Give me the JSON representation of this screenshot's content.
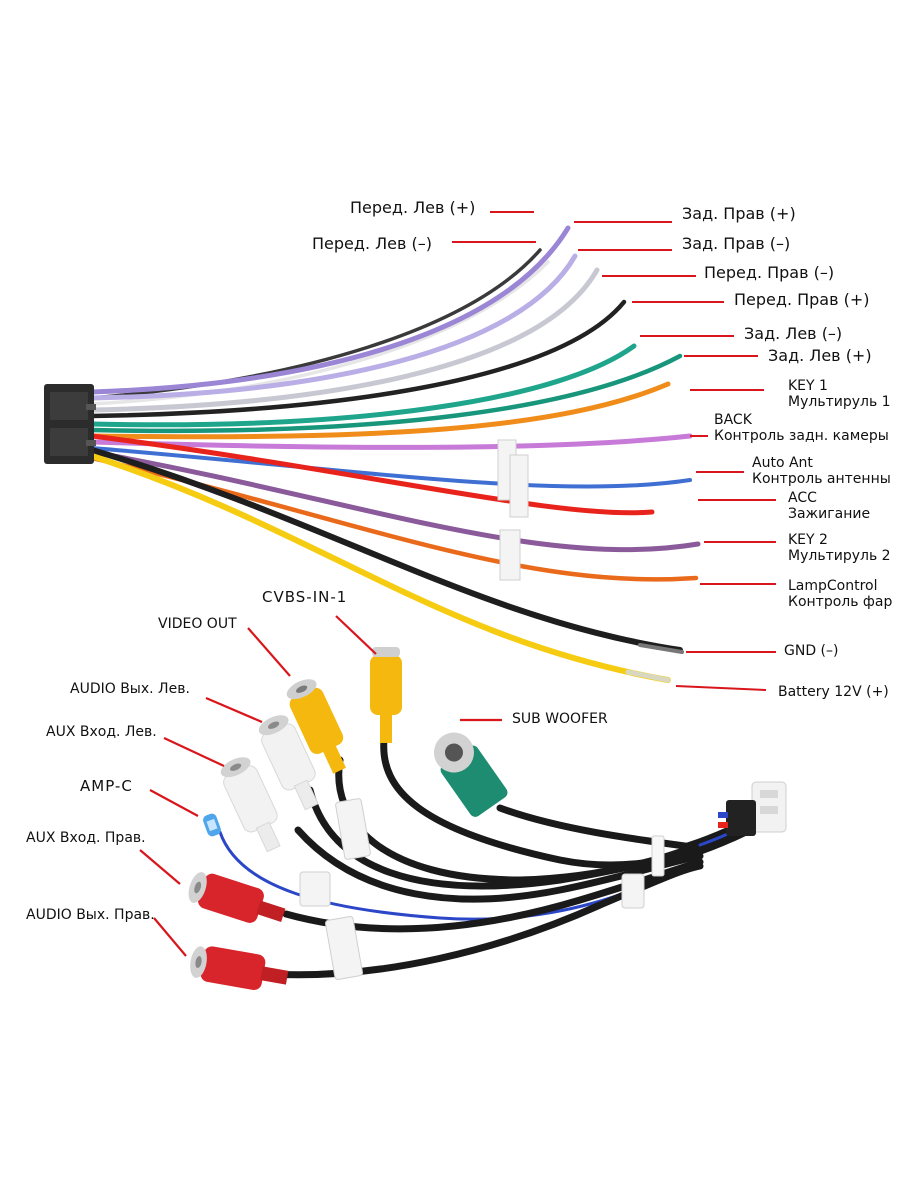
{
  "harness_labels": {
    "front_left_plus": "Перед. Лев (+)",
    "front_left_minus": "Перед. Лев (–)",
    "rear_right_plus": "Зад. Прав (+)",
    "rear_right_minus": "Зад. Прав (–)",
    "front_right_minus": "Перед. Прав (–)",
    "front_right_plus": "Перед. Прав (+)",
    "rear_left_minus": "Зад. Лев (–)",
    "rear_left_plus": "Зад. Лев (+)",
    "key1": {
      "line1": "KEY 1",
      "line2": "Мультируль 1"
    },
    "back": {
      "line1": "BACK",
      "line2": "Контроль задн. камеры"
    },
    "auto_ant": {
      "line1": "Auto Ant",
      "line2": "Контроль антенны"
    },
    "acc": {
      "line1": "ACC",
      "line2": "Зажигание"
    },
    "key2": {
      "line1": "KEY 2",
      "line2": "Мультируль 2"
    },
    "lamp": {
      "line1": "LampControl",
      "line2": "Контроль фар"
    },
    "gnd": "GND (–)",
    "battery": "Battery 12V (+)"
  },
  "rca_labels": {
    "cvbs_in": "CVBS-IN-1",
    "video_out": "VIDEO OUT",
    "audio_out_left": "AUDIO Вых. Лев.",
    "aux_in_left": "AUX Вход. Лев.",
    "amp_c": "AMP-C",
    "aux_in_right": "AUX Вход. Прав.",
    "audio_out_right": "AUDIO Вых. Прав.",
    "sub_woofer": "SUB WOOFER"
  },
  "colors": {
    "pointer": "#d8161c",
    "purple": "#9b86d6",
    "purple_stripe": "#c8bdf0",
    "gray": "#b9b9c4",
    "white": "#ececec",
    "black": "#1a1a1a",
    "green": "#1ea58c",
    "orange": "#f08c1a",
    "pink": "#c87ad8",
    "blue": "#3f6fd2",
    "red": "#e8231b",
    "violet": "#8a5a9a",
    "orange_dark": "#ea6a1c",
    "yellow": "#f6cc12",
    "rca_yellow": "#f4b80e",
    "rca_white": "#f2f2f2",
    "rca_red": "#d8252b",
    "rca_teal": "#1d8c70",
    "connector": "#2c2c2c"
  },
  "icons": {
    "harness_connector": "iso-connector-icon",
    "rca_plug": "rca-plug-icon",
    "rca_socket": "rca-socket-icon",
    "bullet_terminal": "bullet-terminal-icon",
    "multi_pin_connector": "multi-pin-connector-icon"
  }
}
